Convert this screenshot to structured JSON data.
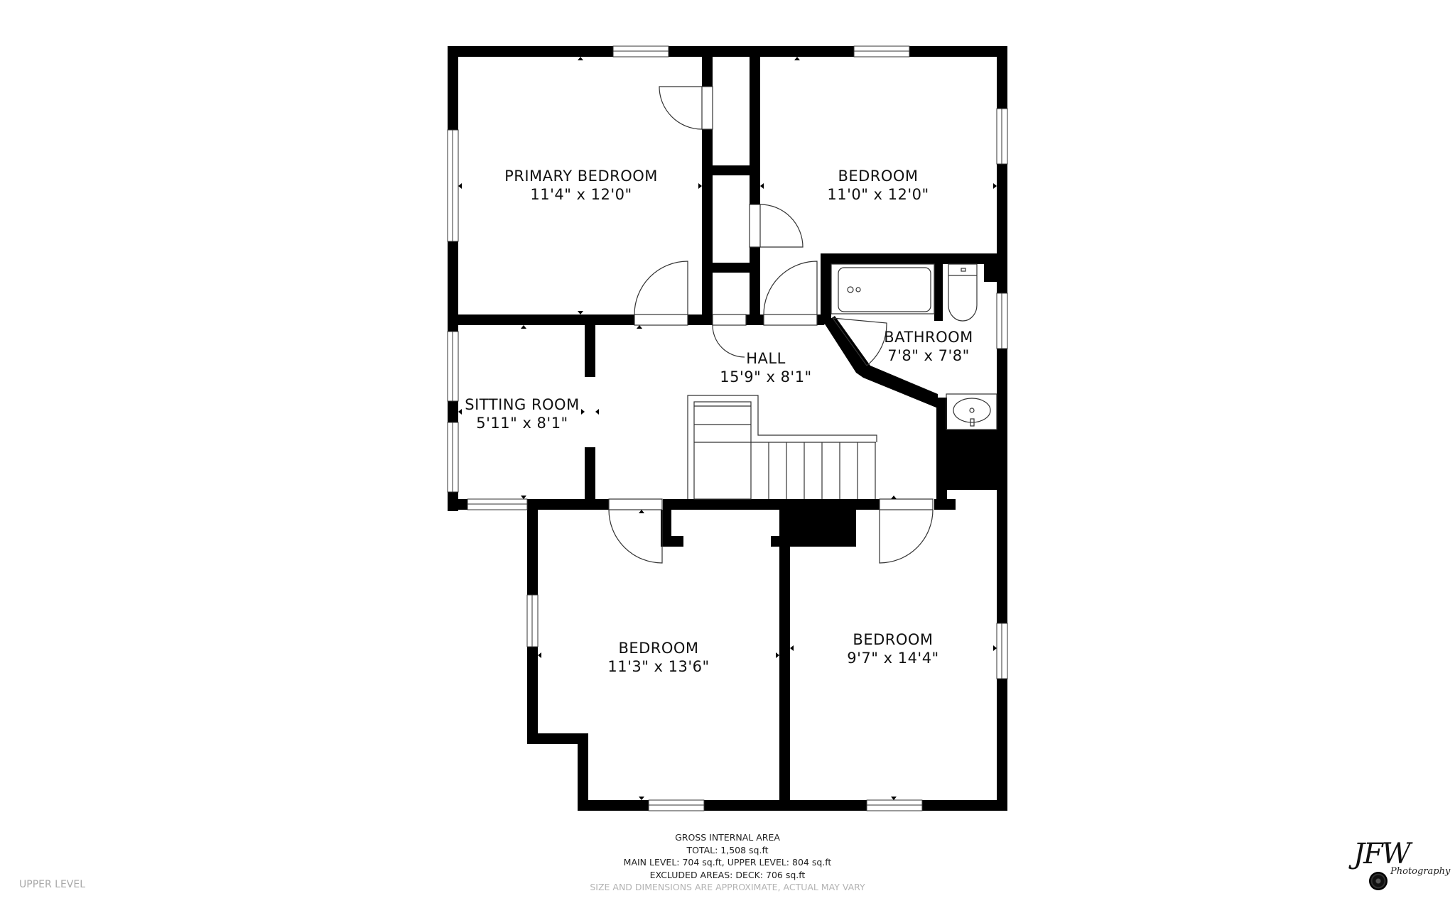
{
  "floor_plan": {
    "level": "UPPER LEVEL",
    "rooms": [
      {
        "name": "PRIMARY BEDROOM",
        "dims": "11'4\" x 12'0\""
      },
      {
        "name": "BEDROOM",
        "dims": "11'0\" x 12'0\""
      },
      {
        "name": "BATHROOM",
        "dims": "7'8\" x 7'8\""
      },
      {
        "name": "HALL",
        "dims": "15'9\" x 8'1\""
      },
      {
        "name": "SITTING ROOM",
        "dims": "5'11\" x 8'1\""
      },
      {
        "name": "BEDROOM",
        "dims": "11'3\" x 13'6\""
      },
      {
        "name": "BEDROOM",
        "dims": "9'7\" x 14'4\""
      }
    ],
    "colors": {
      "wall": "#000000",
      "background": "#ffffff",
      "fixture_line": "#333333"
    }
  },
  "area_summary": {
    "title": "GROSS INTERNAL AREA",
    "total": "TOTAL: 1,508 sq.ft",
    "levels": "MAIN LEVEL: 704 sq.ft, UPPER LEVEL: 804 sq.ft",
    "excluded": "EXCLUDED AREAS: DECK: 706 sq.ft",
    "disclaimer": "SIZE AND DIMENSIONS ARE APPROXIMATE, ACTUAL MAY VARY"
  },
  "branding": {
    "monogram": "JFW",
    "subtitle": "Photography",
    "icon": "camera-lens-icon"
  }
}
